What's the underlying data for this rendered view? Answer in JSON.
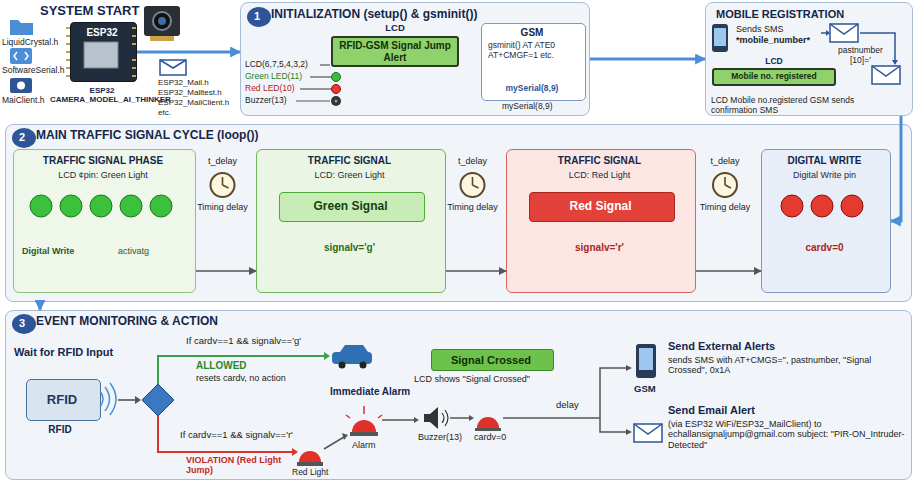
{
  "diagram": {
    "nodes": [
      {
        "text": [
          "ESP32"
        ]
      },
      {
        "text": [
          "INITIALIZATION (setup() & gsminit())"
        ]
      },
      {
        "text": [
          "1"
        ],
        "in": 1
      },
      {
        "text": [
          "LCD",
          "RFID-GSM Signal Jump Alert"
        ],
        "in": 1
      },
      {
        "text": [
          "GSM",
          "gsminit() AT ATE0 AT+CMGF=1 etc.",
          "mySerial(8,9)"
        ],
        "in": 1
      },
      {
        "text": [
          "MOBILE REGISTRATION"
        ]
      },
      {
        "text": [
          "LCD",
          "Mobile no. registered"
        ],
        "in": 5
      },
      {
        "text": [
          "MAIN TRAFFIC SIGNAL CYCLE (loop())"
        ]
      },
      {
        "text": [
          "2"
        ],
        "in": 7
      },
      {
        "text": [
          "TRAFFIC SIGNAL PHASE",
          "LCD ¢pin: Green Light",
          "Digital Write",
          "activatg"
        ],
        "in": 7
      },
      {
        "text": [
          "TRAFFIC SIGNAL",
          "LCD: Green Light",
          "signalv='g'"
        ],
        "in": 7
      },
      {
        "text": [
          "Green Signal"
        ],
        "in": 10
      },
      {
        "text": [
          "TRAFFIC SIGNAL",
          "LCD: Red Light",
          "signalv='r'"
        ],
        "in": 7
      },
      {
        "text": [
          "Red Signal"
        ],
        "in": 12
      },
      {
        "text": [
          "DIGITAL WRITE",
          "Digital Write pin",
          "cardv=0"
        ],
        "in": 7
      },
      {
        "text": [
          "EVENT MONITORING & ACTION"
        ]
      },
      {
        "text": [
          "3"
        ],
        "in": 15
      },
      {
        "text": [
          "RFID"
        ],
        "in": 15
      },
      {
        "text": [
          "Signal Crossed"
        ],
        "in": 15
      }
    ],
    "edges": [
      {
        "from": 0,
        "to": 1,
        "arrow": "to"
      },
      {
        "from": 1,
        "to": 5,
        "arrow": "to"
      },
      {
        "from": 5,
        "to": 14,
        "arrow": "to"
      },
      {
        "from": 9,
        "to": 10,
        "arrow": "to"
      },
      {
        "from": 10,
        "to": 12,
        "arrow": "to"
      },
      {
        "from": 12,
        "to": 14,
        "arrow": "to"
      },
      {
        "from": 7,
        "to": 15,
        "arrow": "to"
      }
    ],
    "labels": [
      "SYSTEM START",
      "LiquidCrystal.h",
      "SoftwareSerial.h",
      "MaiClient.h",
      "ESP32_Mail.h",
      "ESP32_Malltest.h",
      "ESP32_MailClient.h",
      "etc.",
      "ESP32 CAMERA_MODEL_AI_THINKER",
      "LCD(6,7,5,4,3,2)",
      "Green LED(11)",
      "Red LED(10)",
      "Buzzer(13)",
      "mySerial(8,9)",
      "Sends SMS",
      "*mobile_number*",
      "pastnumber",
      "[10]='",
      "LCD Mobile no.registered GSM sends confirmation SMS",
      "t_delay",
      "Timing delay",
      "t_delay",
      "Timing delay",
      "t_delay",
      "Timing delay",
      "Wait for RFID Input",
      "RFID",
      "If cardv==1 && signalv=='g'",
      "ALLOWED",
      "resets cardv, no action",
      "If cardv==1 && signalv=='r'",
      "VIOLATION (Red Light Jump)",
      "Red Light",
      "Immediate Alarm",
      "Alarm",
      "LCD shows \"Signal Crossed\"",
      "Buzzer(13)",
      "cardv=0",
      "delay",
      "GSM",
      "Send External Alerts",
      "sends SMS with AT+CMGS=\", pastnumber, \"Signal Crossed\", 0x1A",
      "Send Email Alert",
      "(via ESP32 WiFi/ESP32_MailClient) to echallansignaljump@gmail.com subject: \"PIR-ON_Intruder-Detected\""
    ]
  }
}
